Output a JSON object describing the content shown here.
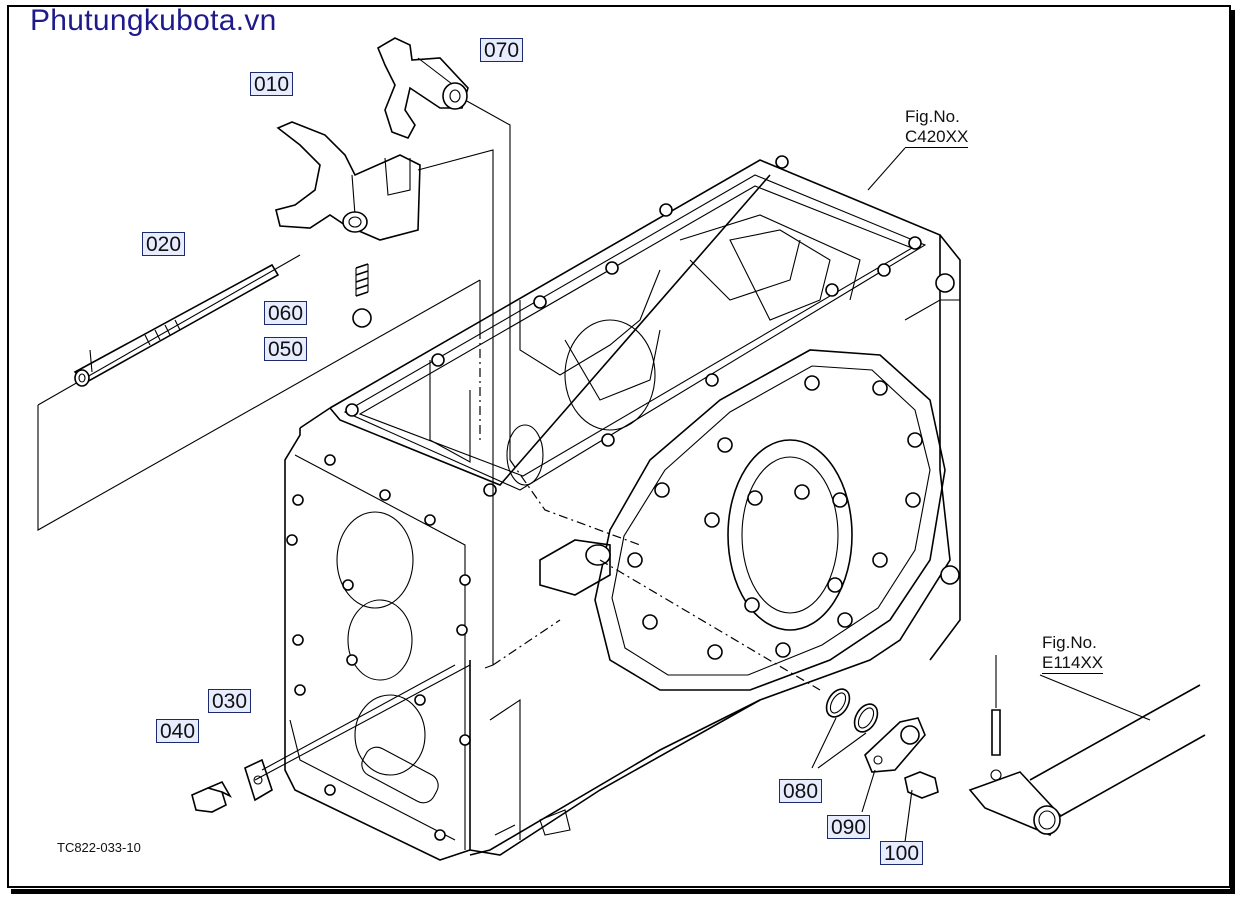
{
  "watermark": "Phutungkubota.vn",
  "drawing_code": "TC822-033-10",
  "fig_refs": [
    {
      "line1": "Fig.No.",
      "line2": "C420XX"
    },
    {
      "line1": "Fig.No.",
      "line2": "E114XX"
    }
  ],
  "callouts": {
    "p010": "010",
    "p020": "020",
    "p030": "030",
    "p040": "040",
    "p050": "050",
    "p060": "060",
    "p070": "070",
    "p080": "080",
    "p090": "090",
    "p100": "100"
  },
  "colors": {
    "watermark": "#1f1a8c",
    "callout_fill": "#e7ecff",
    "callout_border": "#1c2a6e",
    "line": "#000000"
  }
}
